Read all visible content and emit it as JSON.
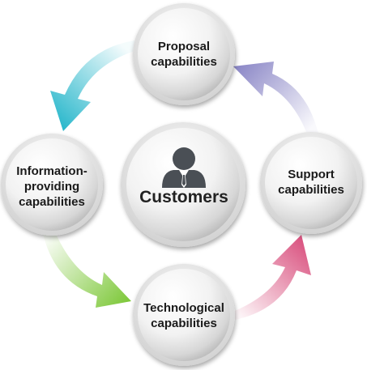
{
  "diagram": {
    "center": {
      "title": "Customers",
      "icon": "person-icon"
    },
    "nodes": {
      "proposal": {
        "line1": "Proposal",
        "line2": "capabilities"
      },
      "support": {
        "line1": "Support",
        "line2": "capabilities"
      },
      "technological": {
        "line1": "Technological",
        "line2": "capabilities"
      },
      "information": {
        "line1": "Information-",
        "line2": "providing",
        "line3": "capabilities"
      }
    },
    "arrow_colors": {
      "proposal_to_information": "#2bb8cc",
      "information_to_technological": "#7ec83a",
      "technological_to_support": "#d9507e",
      "support_to_proposal": "#8a86c6"
    }
  }
}
